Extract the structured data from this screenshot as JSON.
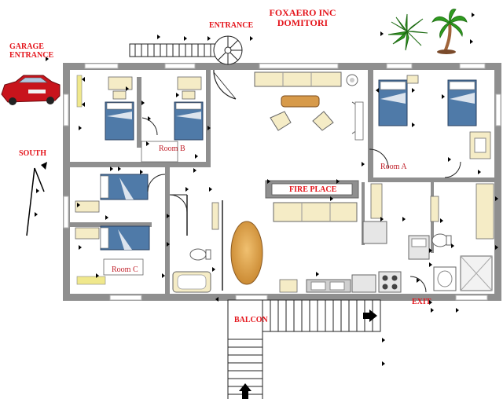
{
  "title": {
    "line1": "FOXAERO INC",
    "line2": "DOMITORI"
  },
  "labels": {
    "entrance": "ENTRANCE",
    "garage_line1": "GARAGE",
    "garage_line2": "ENTRANCE",
    "south": "SOUTH",
    "fireplace": "FIRE PLACE",
    "balcony": "BALCON",
    "exit": "EXIT"
  },
  "rooms": {
    "a": "Room A",
    "b": "Room B",
    "c": "Room C"
  },
  "colors": {
    "wall": "#8f8f8f",
    "bed": "#4f7aa8",
    "sofa": "#f5ecc6",
    "table_wood": "#d79a4a",
    "label_red": "#e4141b",
    "car": "#c8141c",
    "palm_green": "#2f9b1f"
  }
}
